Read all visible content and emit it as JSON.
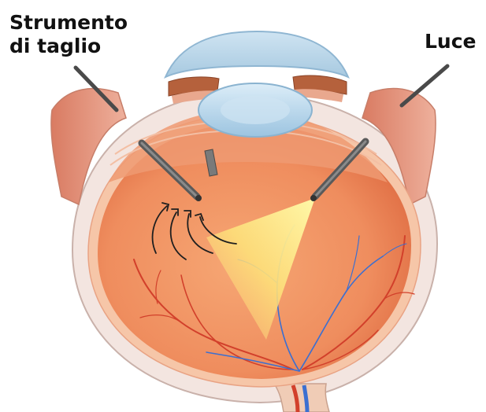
{
  "labels": {
    "cutting_tool_line1": "Strumento",
    "cutting_tool_line2": "di taglio",
    "light": "Luce"
  },
  "colors": {
    "vitreous": "#ec8a5e",
    "sclera": "#f3e4df",
    "lens": "#a9cde6",
    "light_beam": "#fff27a",
    "vessel_red": "#d2402b",
    "vessel_blue": "#3b6fd1",
    "instrument": "#4f4f4f"
  },
  "icons": [
    "cutting-instrument",
    "light-probe",
    "suction-arrows"
  ]
}
